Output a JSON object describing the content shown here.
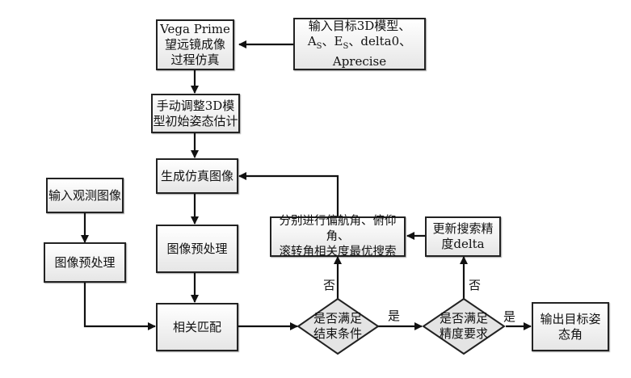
{
  "nodes": {
    "vega": {
      "lines": [
        "Vega Prime",
        "望远镜成像",
        "过程仿真"
      ]
    },
    "input_model": {
      "line1": "输入目标3D模型、",
      "a": "A",
      "a_sub": "S",
      "sep1": "、",
      "e": "E",
      "e_sub": "S",
      "sep2": "、delta0、",
      "line3": "Aprecise"
    },
    "manual_adjust": {
      "lines": [
        "手动调整3D模",
        "型初始姿态估计"
      ]
    },
    "gen_sim": {
      "label": "生成仿真图像"
    },
    "input_obs": {
      "label": "输入观测图像"
    },
    "preproc_left": {
      "label": "图像预处理"
    },
    "preproc_right": {
      "label": "图像预处理"
    },
    "match": {
      "label": "相关匹配"
    },
    "search": {
      "lines": [
        "分别进行偏航角、俯仰角、",
        "滚转角相关度最优搜索"
      ]
    },
    "update": {
      "lines": [
        "更新搜索精",
        "度delta"
      ]
    },
    "cond_end": {
      "lines": [
        "是否满足",
        "结束条件"
      ]
    },
    "cond_prec": {
      "lines": [
        "是否满足",
        "精度要求"
      ]
    },
    "output": {
      "lines": [
        "输出目标姿",
        "态角"
      ]
    }
  },
  "edge_labels": {
    "no1": "否",
    "no2": "否",
    "yes1": "是",
    "yes2": "是"
  }
}
